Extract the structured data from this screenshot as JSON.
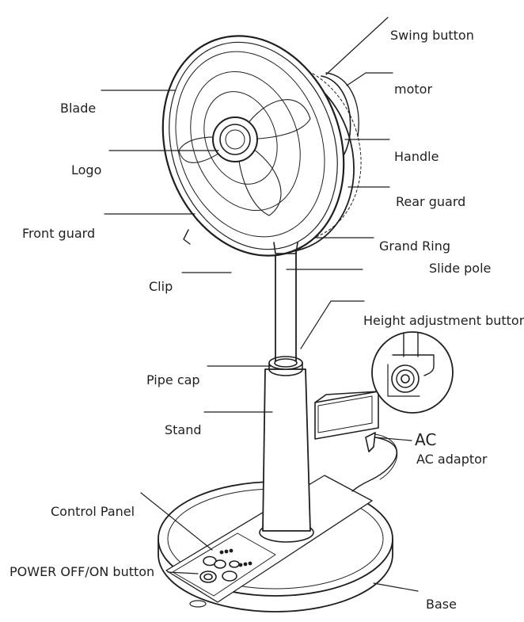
{
  "labels": {
    "swing_button": "Swing button",
    "motor": "motor",
    "blade": "Blade",
    "handle": "Handle",
    "logo": "Logo",
    "rear_guard": "Rear guard",
    "front_guard": "Front guard",
    "grand_ring": "Grand Ring",
    "slide_pole": "Slide pole",
    "clip": "Clip",
    "height_adjustment_button": "Height adjustment button",
    "pipe_cap": "Pipe cap",
    "stand": "Stand",
    "ac": "AC",
    "ac_adaptor": "AC adaptor",
    "control_panel": "Control Panel",
    "power_button": "POWER OFF/ON button",
    "base": "Base"
  },
  "colors": {
    "line": "#1f1f1f",
    "text": "#1f1f1f",
    "background": "#ffffff"
  }
}
